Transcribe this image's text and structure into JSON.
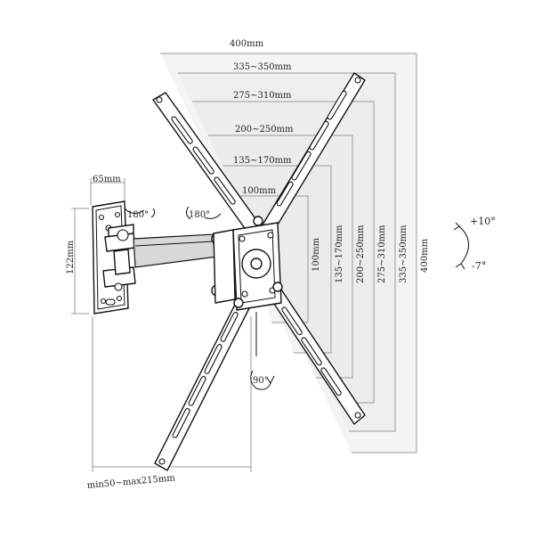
{
  "diagram": {
    "labels": {
      "w400": "400mm",
      "w335": "335~350mm",
      "w275": "275~310mm",
      "w200": "200~250mm",
      "w135": "135~170mm",
      "w100": "100mm",
      "h100": "100mm",
      "h135": "135~170mm",
      "h200": "200~250mm",
      "h275": "275~310mm",
      "h335": "335~350mm",
      "h400": "400mm",
      "plate_width": "65mm",
      "plate_height": "122mm",
      "swivel_left": "180°",
      "swivel_right": "180°",
      "rotate": "90°",
      "tilt_up": "+10°",
      "tilt_down": "-7°",
      "extension": "min50~max215mm"
    },
    "line_color": "#111111",
    "dimension_color": "#9a9a9a"
  }
}
